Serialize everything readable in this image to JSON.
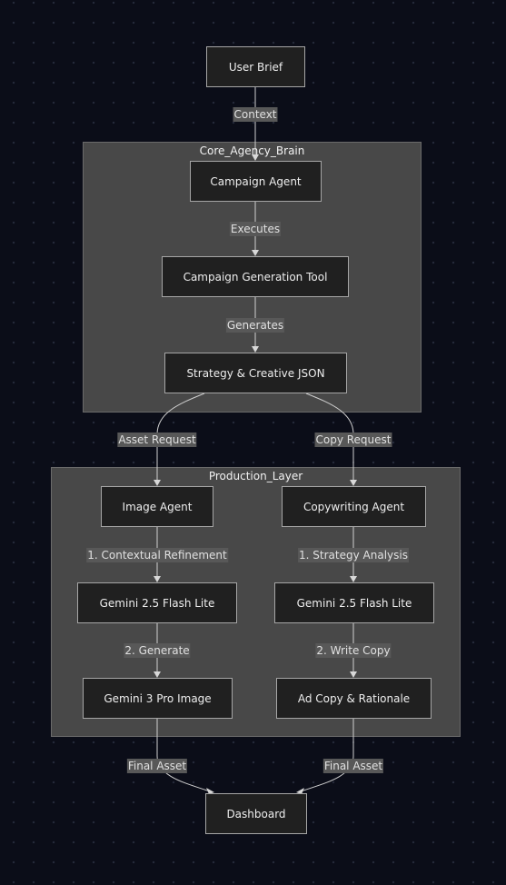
{
  "clusters": {
    "core": "Core_Agency_Brain",
    "production": "Production_Layer"
  },
  "nodes": {
    "user_brief": "User Brief",
    "campaign_agent": "Campaign Agent",
    "campaign_tool": "Campaign Generation Tool",
    "strategy_json": "Strategy & Creative JSON",
    "image_agent": "Image Agent",
    "copy_agent": "Copywriting Agent",
    "gemini_flash_img": "Gemini 2.5 Flash Lite",
    "gemini_flash_copy": "Gemini 2.5 Flash Lite",
    "gemini_pro_image": "Gemini 3 Pro Image",
    "ad_copy": "Ad Copy & Rationale",
    "dashboard": "Dashboard"
  },
  "edges": {
    "context": "Context",
    "executes": "Executes",
    "generates": "Generates",
    "asset_request": "Asset Request",
    "copy_request": "Copy Request",
    "contextual_refinement": "1. Contextual Refinement",
    "generate": "2. Generate",
    "strategy_analysis": "1. Strategy Analysis",
    "write_copy": "2. Write Copy",
    "final_asset_left": "Final Asset",
    "final_asset_right": "Final Asset"
  }
}
